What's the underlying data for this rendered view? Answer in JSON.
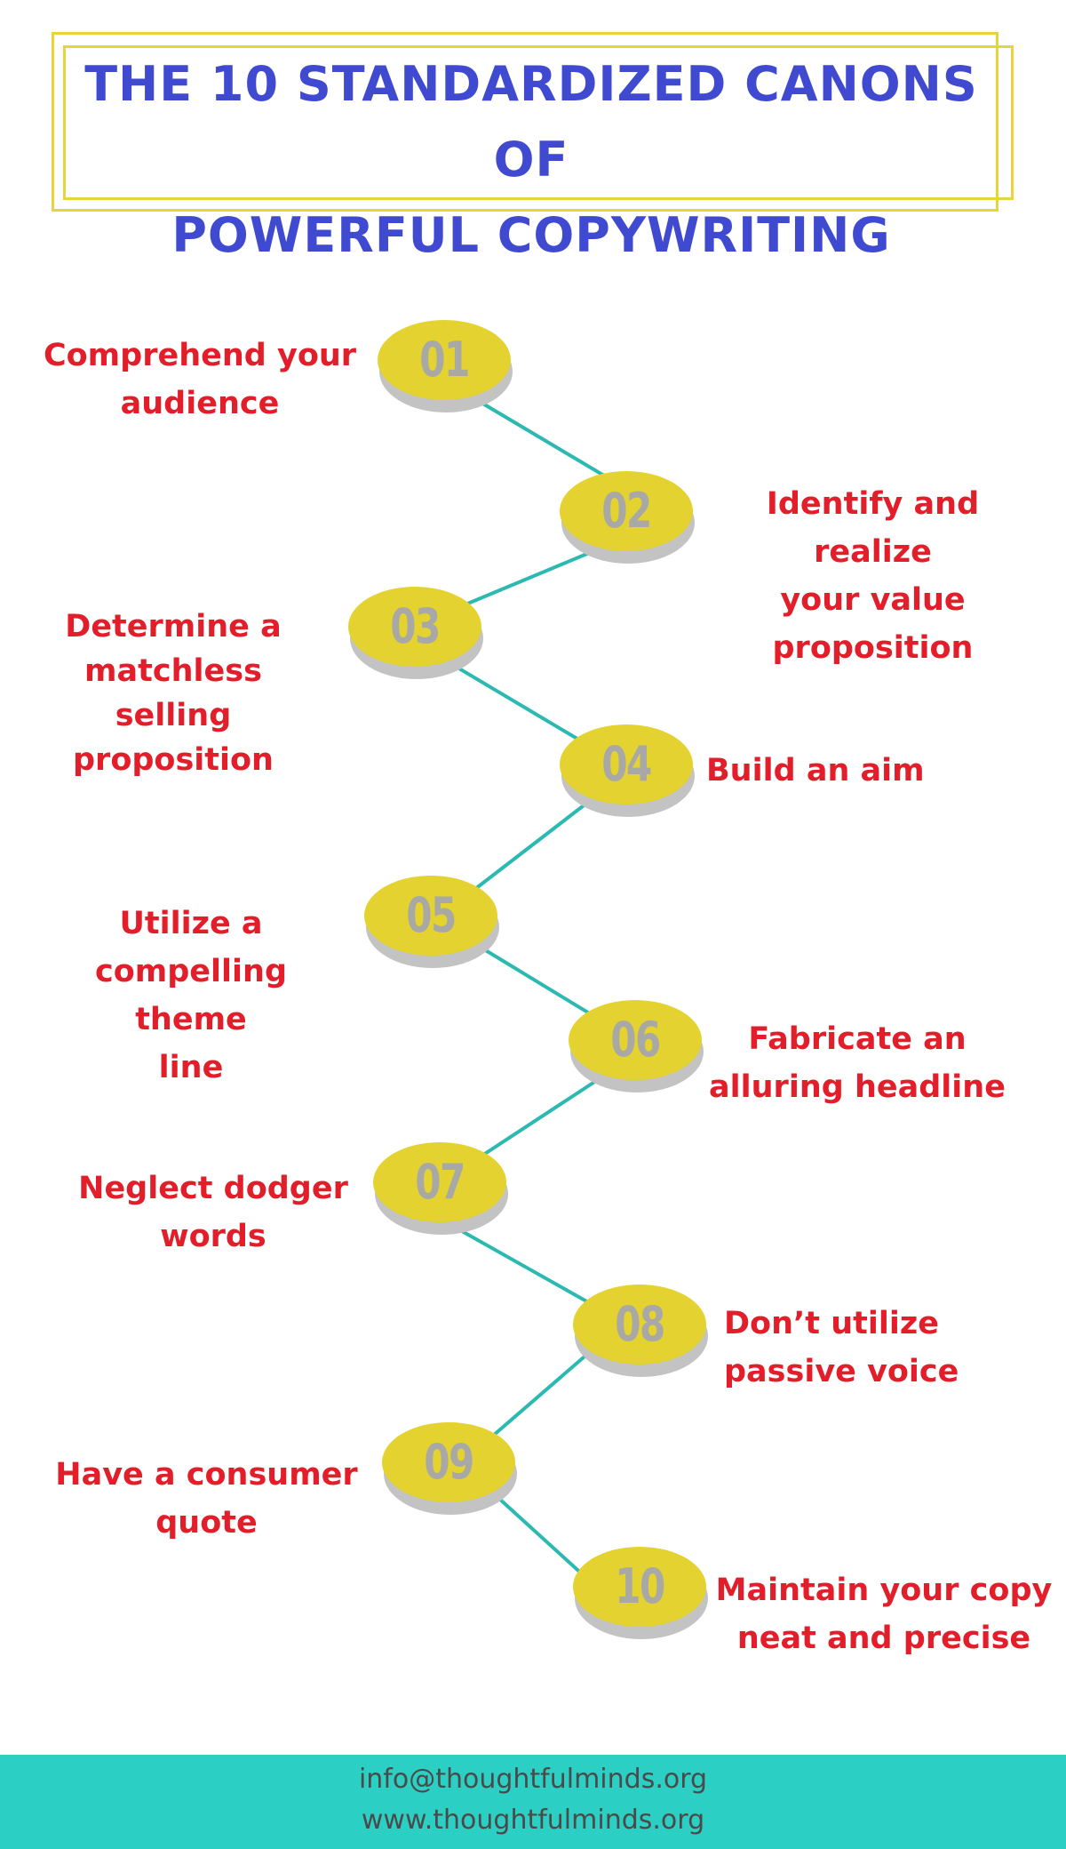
{
  "title": {
    "line1": "THE 10 STANDARDIZED CANONS OF",
    "line2": "POWERFUL COPYWRITING"
  },
  "steps": [
    {
      "number": "01",
      "text": "Comprehend your\naudience"
    },
    {
      "number": "02",
      "text": "Identify and realize\nyour value\nproposition"
    },
    {
      "number": "03",
      "text": "Determine a\nmatchless selling\nproposition"
    },
    {
      "number": "04",
      "text": "Build an aim"
    },
    {
      "number": "05",
      "text": "Utilize a\ncompelling theme\nline"
    },
    {
      "number": "06",
      "text": "Fabricate an\nalluring headline"
    },
    {
      "number": "07",
      "text": "Neglect dodger\nwords"
    },
    {
      "number": "08",
      "text": "Don’t utilize\npassive voice"
    },
    {
      "number": "09",
      "text": "Have a consumer\nquote"
    },
    {
      "number": "10",
      "text": "Maintain your copy\nneat and precise"
    }
  ],
  "footer": {
    "email": "info@thoughtfulminds.org",
    "website": "www.thoughtfulminds.org"
  },
  "colors": {
    "title": "#3f4ad0",
    "frame": "#e8d33a",
    "node": "#e3d22f",
    "number": "#a8a8a6",
    "label": "#e21e2a",
    "connector": "#2bb9b2",
    "footer": "#2ccfc3"
  }
}
